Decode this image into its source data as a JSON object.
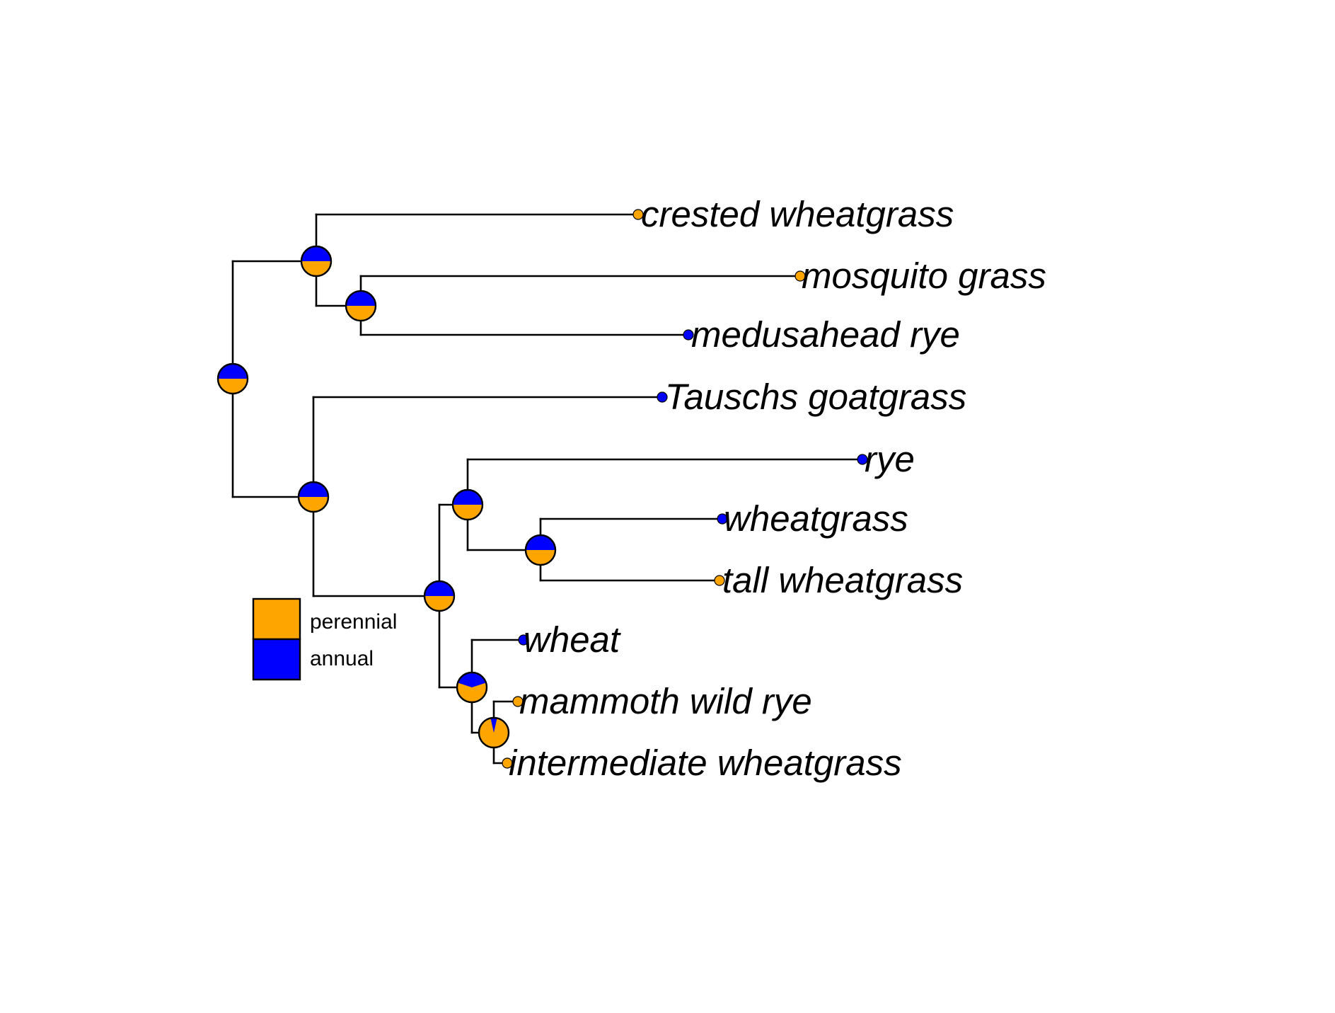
{
  "colors": {
    "perennial": "#FFA500",
    "annual": "#0000FF",
    "line": "#000000",
    "background": "#FFFFFF"
  },
  "legend": {
    "items": [
      {
        "label": "perennial",
        "color": "#FFA500"
      },
      {
        "label": "annual",
        "color": "#0000FF"
      }
    ]
  },
  "tree": {
    "tips": [
      {
        "id": "crested",
        "label": "crested wheatgrass",
        "state": "perennial"
      },
      {
        "id": "mosquito",
        "label": "mosquito grass",
        "state": "perennial"
      },
      {
        "id": "medusahead",
        "label": "medusahead rye",
        "state": "annual"
      },
      {
        "id": "tauschs",
        "label": "Tauschs goatgrass",
        "state": "annual"
      },
      {
        "id": "rye",
        "label": "rye",
        "state": "annual"
      },
      {
        "id": "wheatgrass",
        "label": "wheatgrass",
        "state": "annual"
      },
      {
        "id": "tallwheatgrass",
        "label": "tall wheatgrass",
        "state": "perennial"
      },
      {
        "id": "wheat",
        "label": "wheat",
        "state": "annual"
      },
      {
        "id": "mammoth",
        "label": "mammoth wild rye",
        "state": "perennial"
      },
      {
        "id": "intermediate",
        "label": "intermediate wheatgrass",
        "state": "perennial"
      }
    ],
    "nodes": [
      {
        "id": "n_root",
        "children": [
          "n_a",
          "n_b"
        ],
        "annual_probability": 0.5
      },
      {
        "id": "n_a",
        "children": [
          "crested",
          "n_a2"
        ],
        "annual_probability": 0.5
      },
      {
        "id": "n_a2",
        "children": [
          "mosquito",
          "medusahead"
        ],
        "annual_probability": 0.5
      },
      {
        "id": "n_b",
        "children": [
          "tauschs",
          "n_c"
        ],
        "annual_probability": 0.5
      },
      {
        "id": "n_c",
        "children": [
          "n_d",
          "n_f"
        ],
        "annual_probability": 0.5
      },
      {
        "id": "n_d",
        "children": [
          "rye",
          "n_e"
        ],
        "annual_probability": 0.5
      },
      {
        "id": "n_e",
        "children": [
          "wheatgrass",
          "tallwheatgrass"
        ],
        "annual_probability": 0.5
      },
      {
        "id": "n_f",
        "children": [
          "wheat",
          "n_g"
        ],
        "annual_probability": 0.4
      },
      {
        "id": "n_g",
        "children": [
          "mammoth",
          "intermediate"
        ],
        "annual_probability": 0.07
      }
    ]
  }
}
